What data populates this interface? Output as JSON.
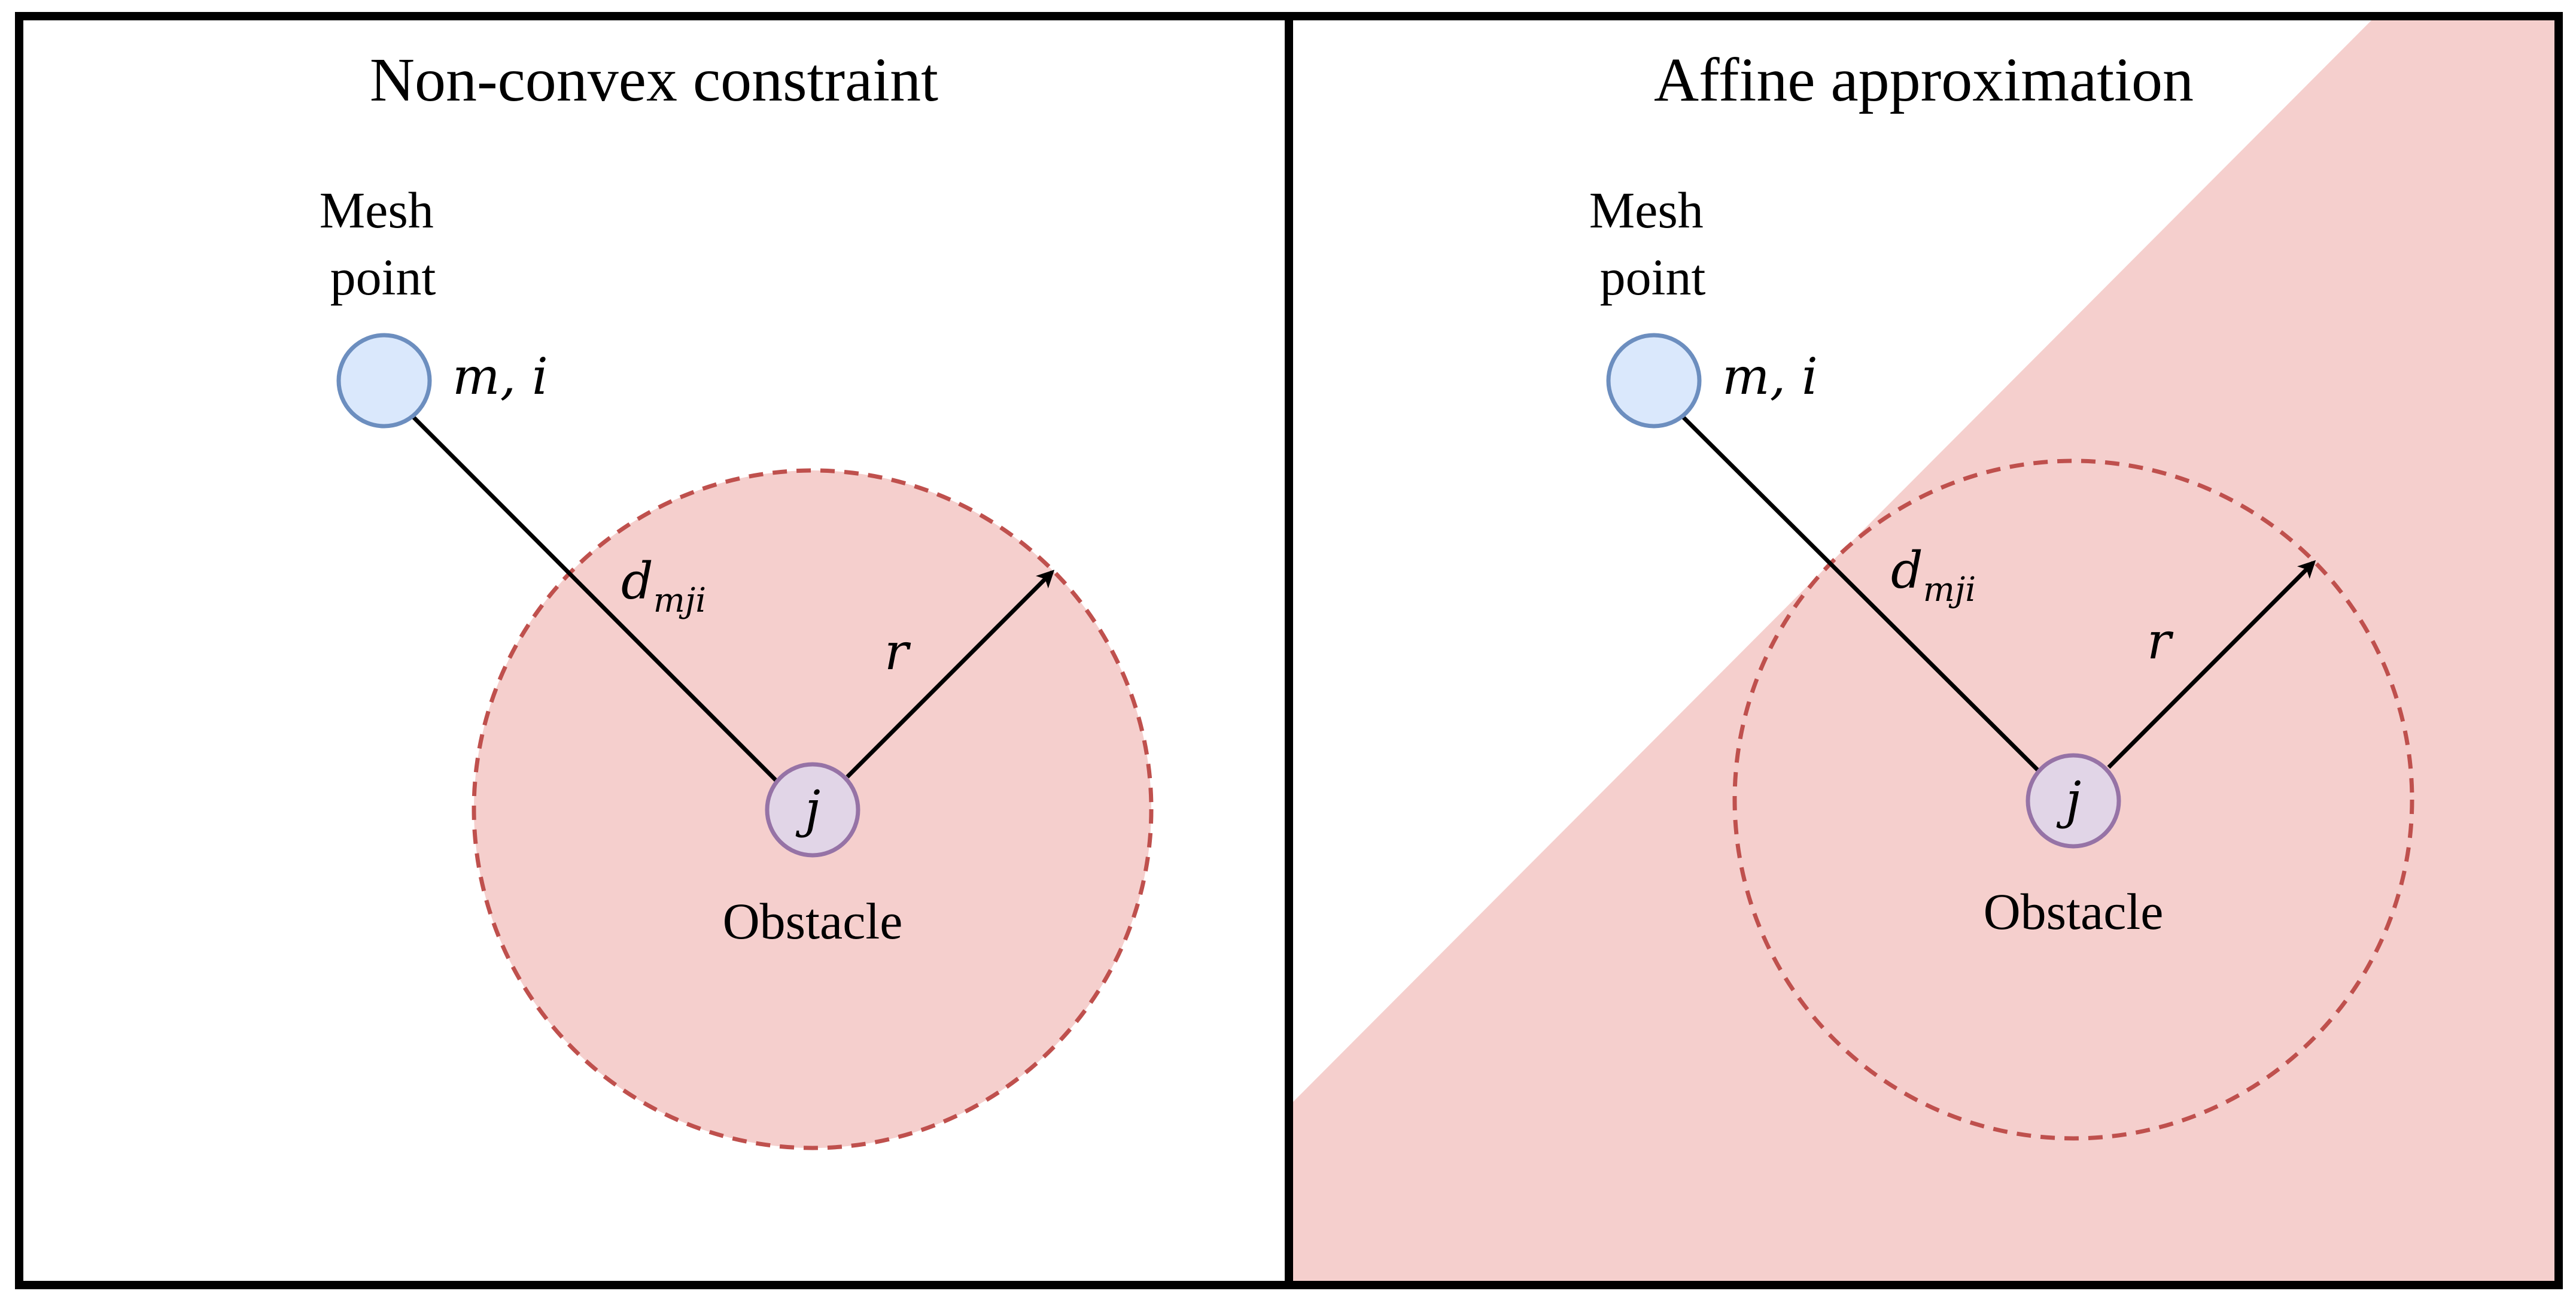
{
  "panels": [
    {
      "id": "non-convex",
      "title": "Non-convex constraint",
      "mesh_point_label_line1": "Mesh",
      "mesh_point_label_line2": "point",
      "mesh_point_symbol": "m, i",
      "distance_symbol": "d",
      "distance_subscript": "mji",
      "radius_symbol": "r",
      "obstacle_symbol": "j",
      "obstacle_label": "Obstacle"
    },
    {
      "id": "affine",
      "title": "Affine approximation",
      "mesh_point_label_line1": "Mesh",
      "mesh_point_label_line2": "point",
      "mesh_point_symbol": "m, i",
      "distance_symbol": "d",
      "distance_subscript": "mji",
      "radius_symbol": "r",
      "obstacle_symbol": "j",
      "obstacle_label": "Obstacle"
    }
  ],
  "colors": {
    "frame": "#000000",
    "forbidden_region_fill": "#f5cfcd",
    "forbidden_region_border": "#bf504d",
    "mesh_point_fill": "#dae8fc",
    "mesh_point_stroke": "#6c8ebf",
    "obstacle_fill": "#e1d5e7",
    "obstacle_stroke": "#9673a6",
    "line": "#000000"
  }
}
